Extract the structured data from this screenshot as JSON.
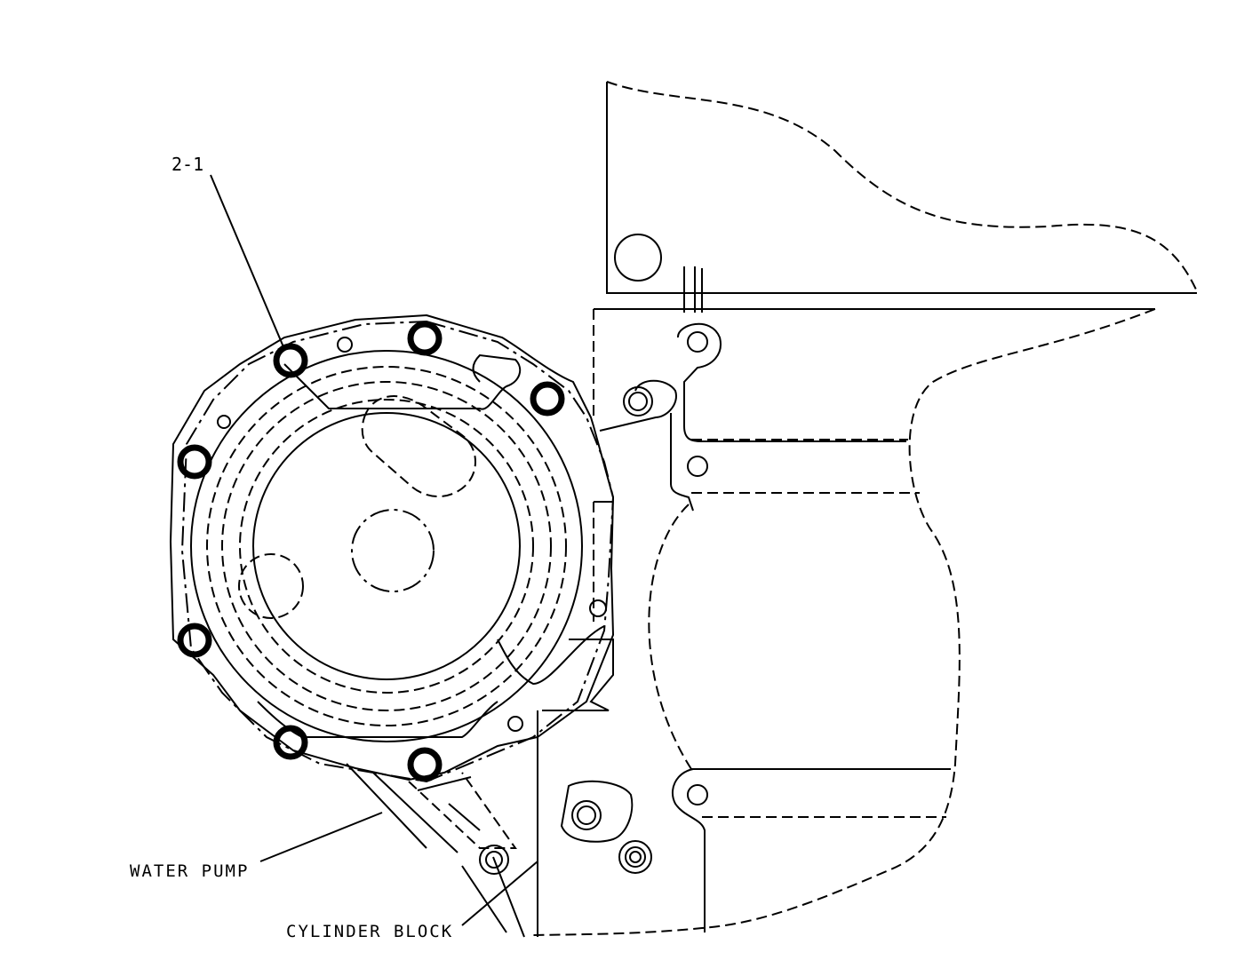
{
  "labels": {
    "callout": "2-1",
    "water_pump": "WATER PUMP",
    "cylinder_block": "CYLINDER BLOCK"
  },
  "colors": {
    "line": "#000000",
    "background": "#ffffff"
  }
}
